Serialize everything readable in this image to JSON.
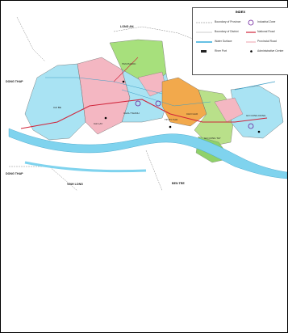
{
  "legend": {
    "title": "INDEX",
    "items_left": [
      "Boundary of Province",
      "Boundary of District",
      "Water Surface",
      "River Port"
    ],
    "items_right": [
      "Industrial Zone",
      "National Road",
      "Provincial Road",
      "Administrative Centre"
    ]
  },
  "regions": {
    "north": "LONG AN",
    "west": "DONG THAP",
    "southwest": "DONG THAP",
    "south_left": "VINH LONG",
    "south_right": "BEN TRE",
    "district_tan_phuoc": "TAN PHUOC",
    "district_cai_be": "CAI BE",
    "district_cai_lay": "CAI LAY",
    "district_chau_thanh": "CHAU THANH",
    "district_my_tho": "TP MY THO",
    "district_cho_gao": "CHO GAO",
    "district_go_cong_tay": "GO CONG TAY",
    "district_go_cong_dong": "GO CONG DONG"
  },
  "colors": {
    "water": "#7fd3ee",
    "tan_phuoc": "#a7e07c",
    "cai_lay": "#f4b7c2",
    "chau_thanh": "#a9e3f3",
    "my_tho": "#f2a94c",
    "cho_gao": "#b9e08a",
    "go_cong": "#8fd16a",
    "national_road": "#d0243a",
    "boundary": "#777777"
  }
}
